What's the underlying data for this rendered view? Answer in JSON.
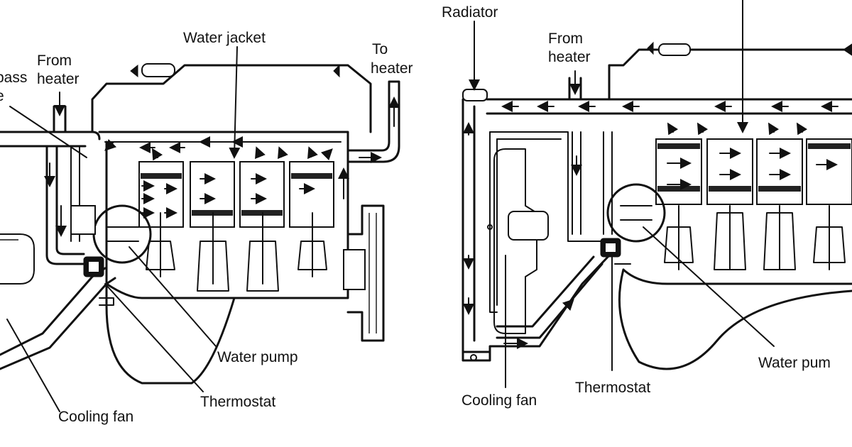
{
  "left_diagram": {
    "labels": {
      "bypass_line1": "pass",
      "bypass_line2": "e",
      "from_heater_line1": "From",
      "from_heater_line2": "heater",
      "water_jacket": "Water jacket",
      "to_heater_line1": "To",
      "to_heater_line2": "heater",
      "water_pump": "Water pump",
      "thermostat": "Thermostat",
      "cooling_fan": "Cooling fan"
    }
  },
  "right_diagram": {
    "labels": {
      "radiator": "Radiator",
      "from_heater_line1": "From",
      "from_heater_line2": "heater",
      "water_pump": "Water pum",
      "thermostat": "Thermostat",
      "cooling_fan": "Cooling fan"
    }
  },
  "icons": {
    "flow_arrow": "flow-arrow-icon",
    "open_arrow": "hollow-arrow-icon"
  }
}
